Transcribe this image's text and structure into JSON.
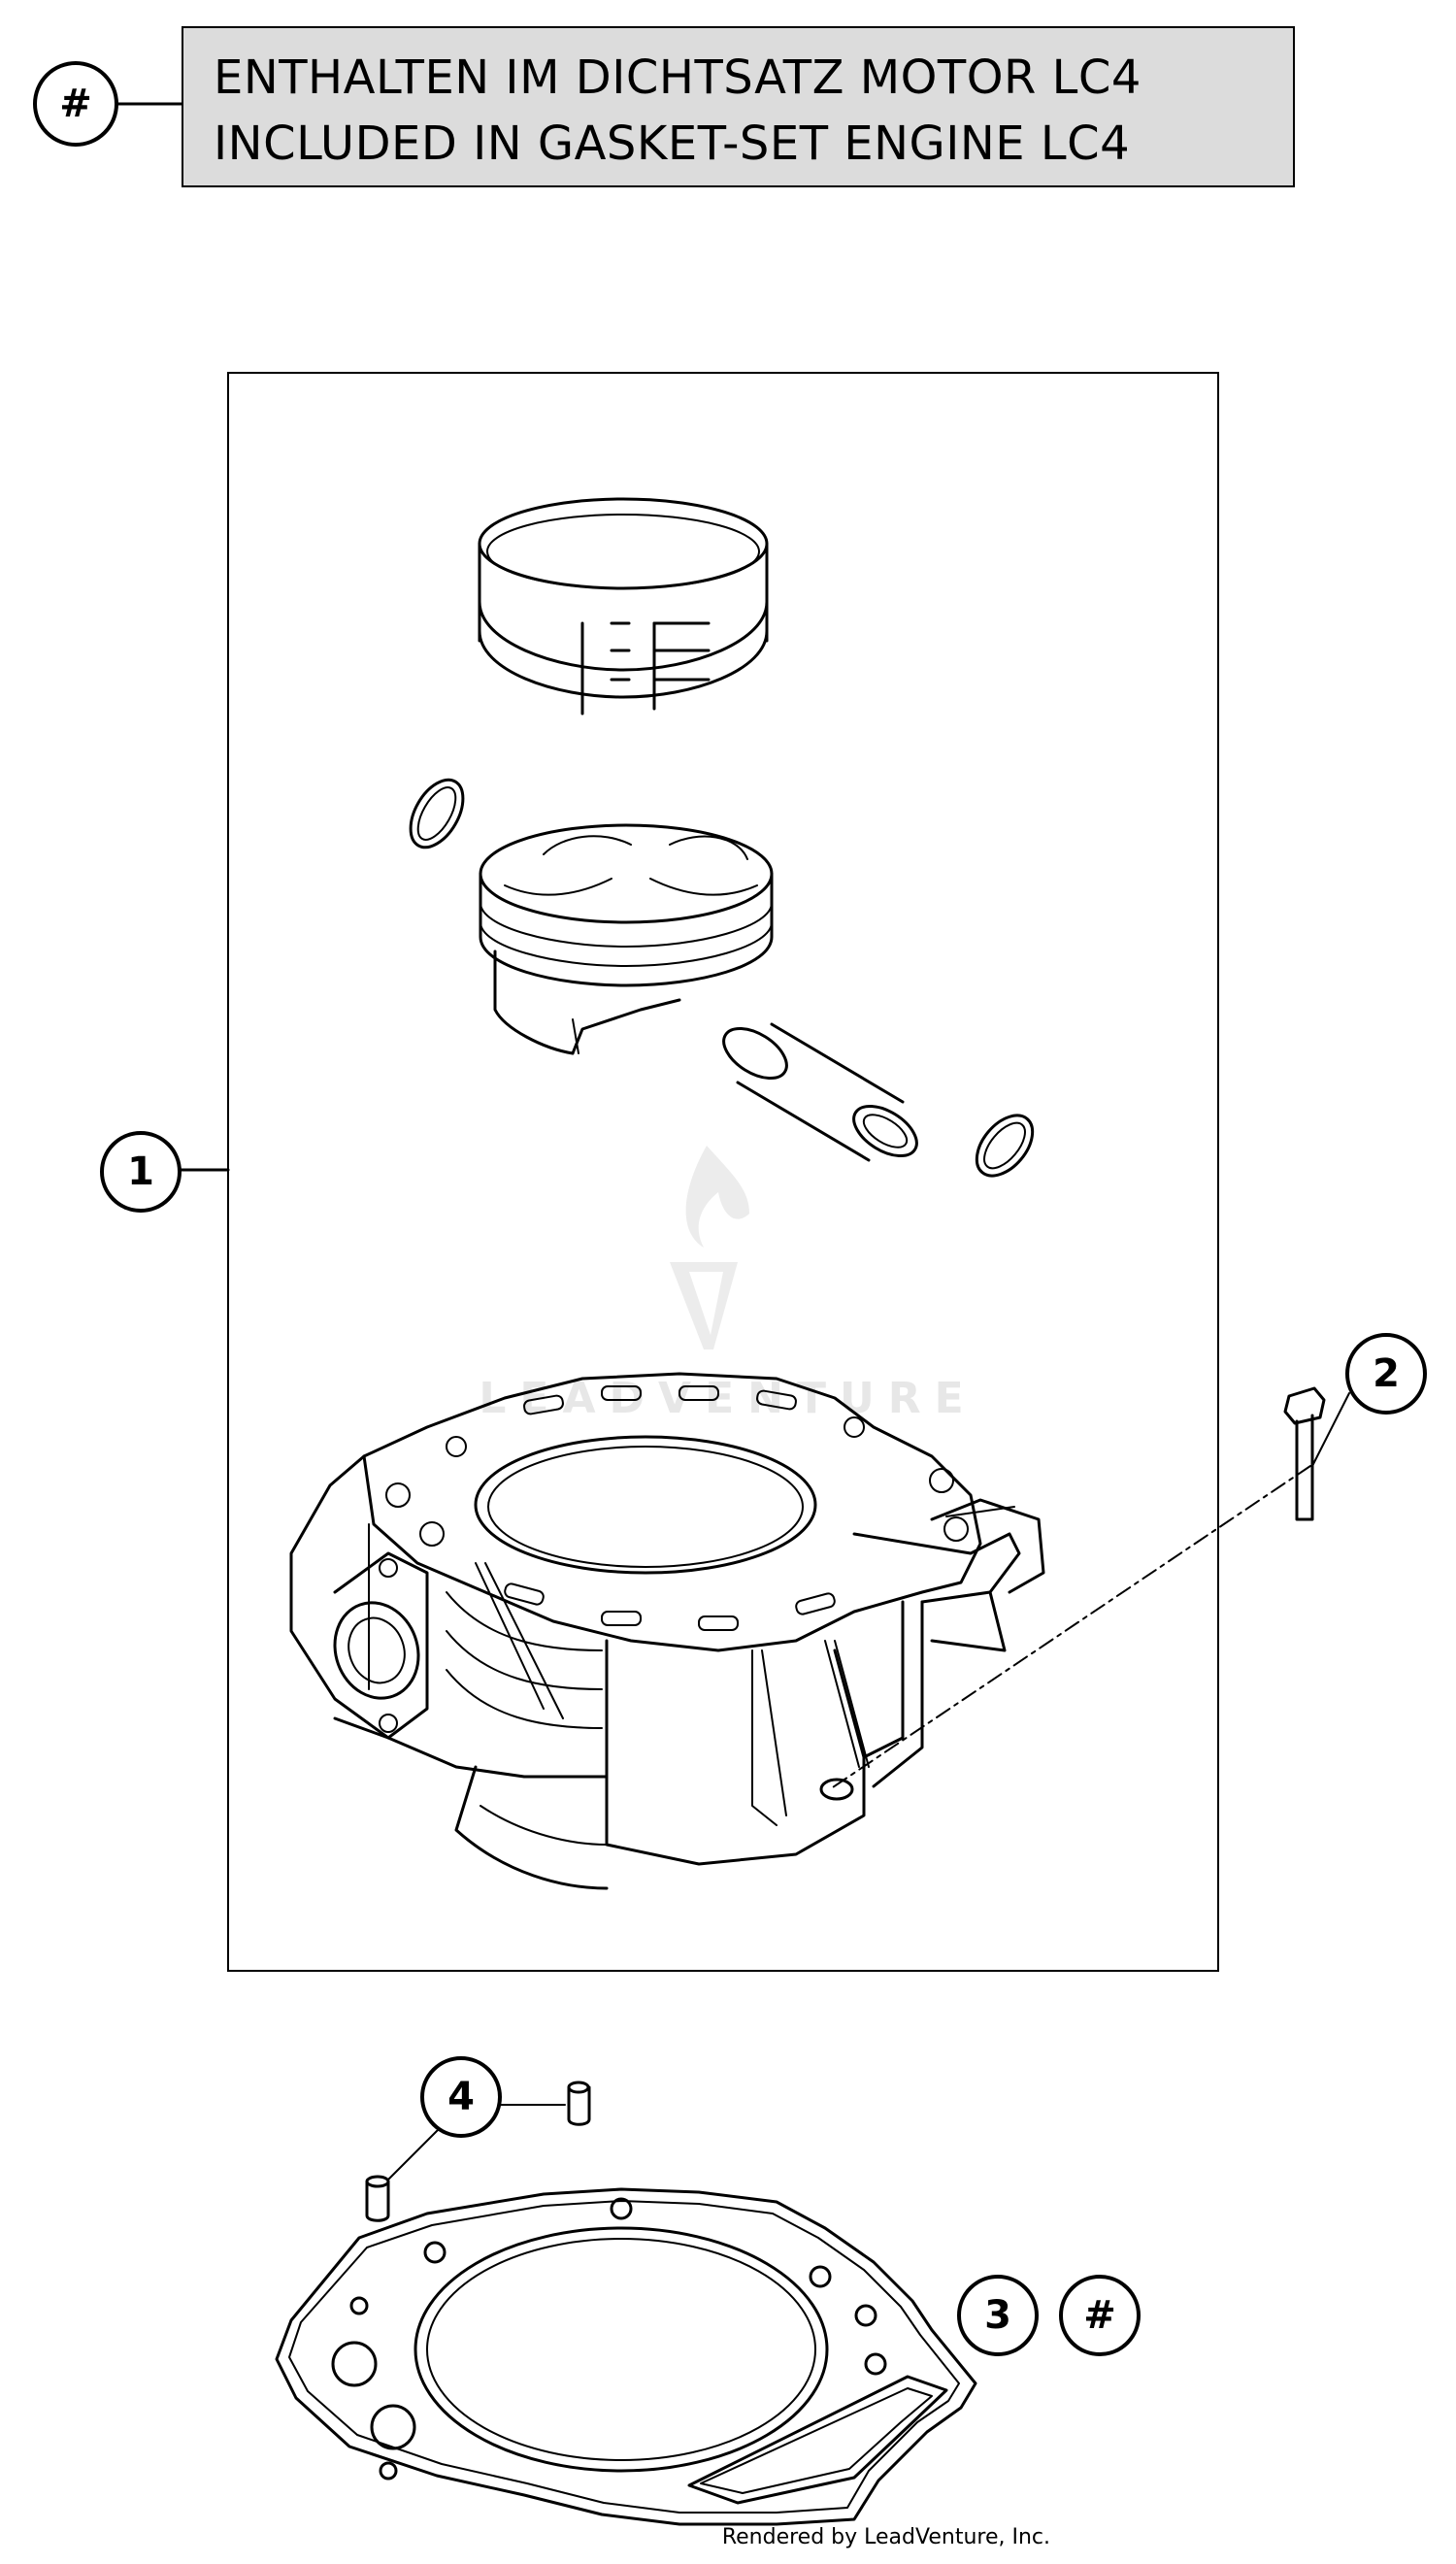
{
  "legend": {
    "symbol": "#",
    "line1": "ENTHALTEN IM DICHTSATZ MOTOR LC4",
    "line2": "INCLUDED IN GASKET-SET ENGINE LC4"
  },
  "callouts": {
    "item1": "1",
    "item2": "2",
    "item3": "3",
    "item3_tag": "#",
    "item4": "4"
  },
  "watermark": {
    "text": "LEADVENTURE"
  },
  "footer": {
    "credit": "Rendered by LeadVenture, Inc."
  }
}
